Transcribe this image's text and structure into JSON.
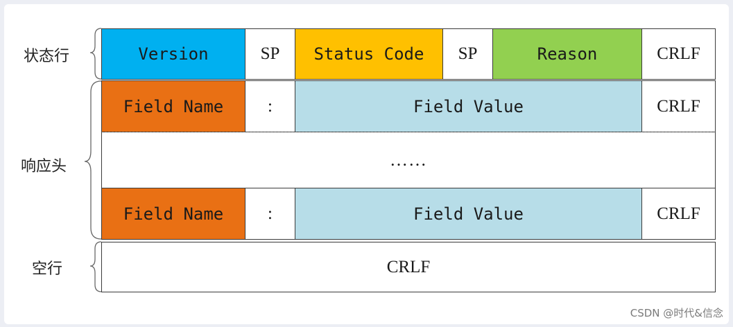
{
  "colors": {
    "version": "#00b0f0",
    "status_code": "#ffc000",
    "reason": "#92d050",
    "field_name": "#e97014",
    "field_value": "#b7dde8",
    "plain": "#ffffff",
    "border": "#3a3a3a"
  },
  "labels": {
    "status_line": "状态行",
    "response_header": "响应头",
    "blank_line": "空行"
  },
  "status_line": {
    "version": "Version",
    "sp1": "SP",
    "status_code": "Status Code",
    "sp2": "SP",
    "reason": "Reason",
    "crlf": "CRLF"
  },
  "header_rows": [
    {
      "field_name": "Field Name",
      "colon": ":",
      "field_value": "Field Value",
      "crlf": "CRLF"
    },
    {
      "field_name": "Field Name",
      "colon": ":",
      "field_value": "Field Value",
      "crlf": "CRLF"
    }
  ],
  "ellipsis": "……",
  "blank_line": {
    "crlf": "CRLF"
  },
  "watermark": "CSDN @时代&信念"
}
